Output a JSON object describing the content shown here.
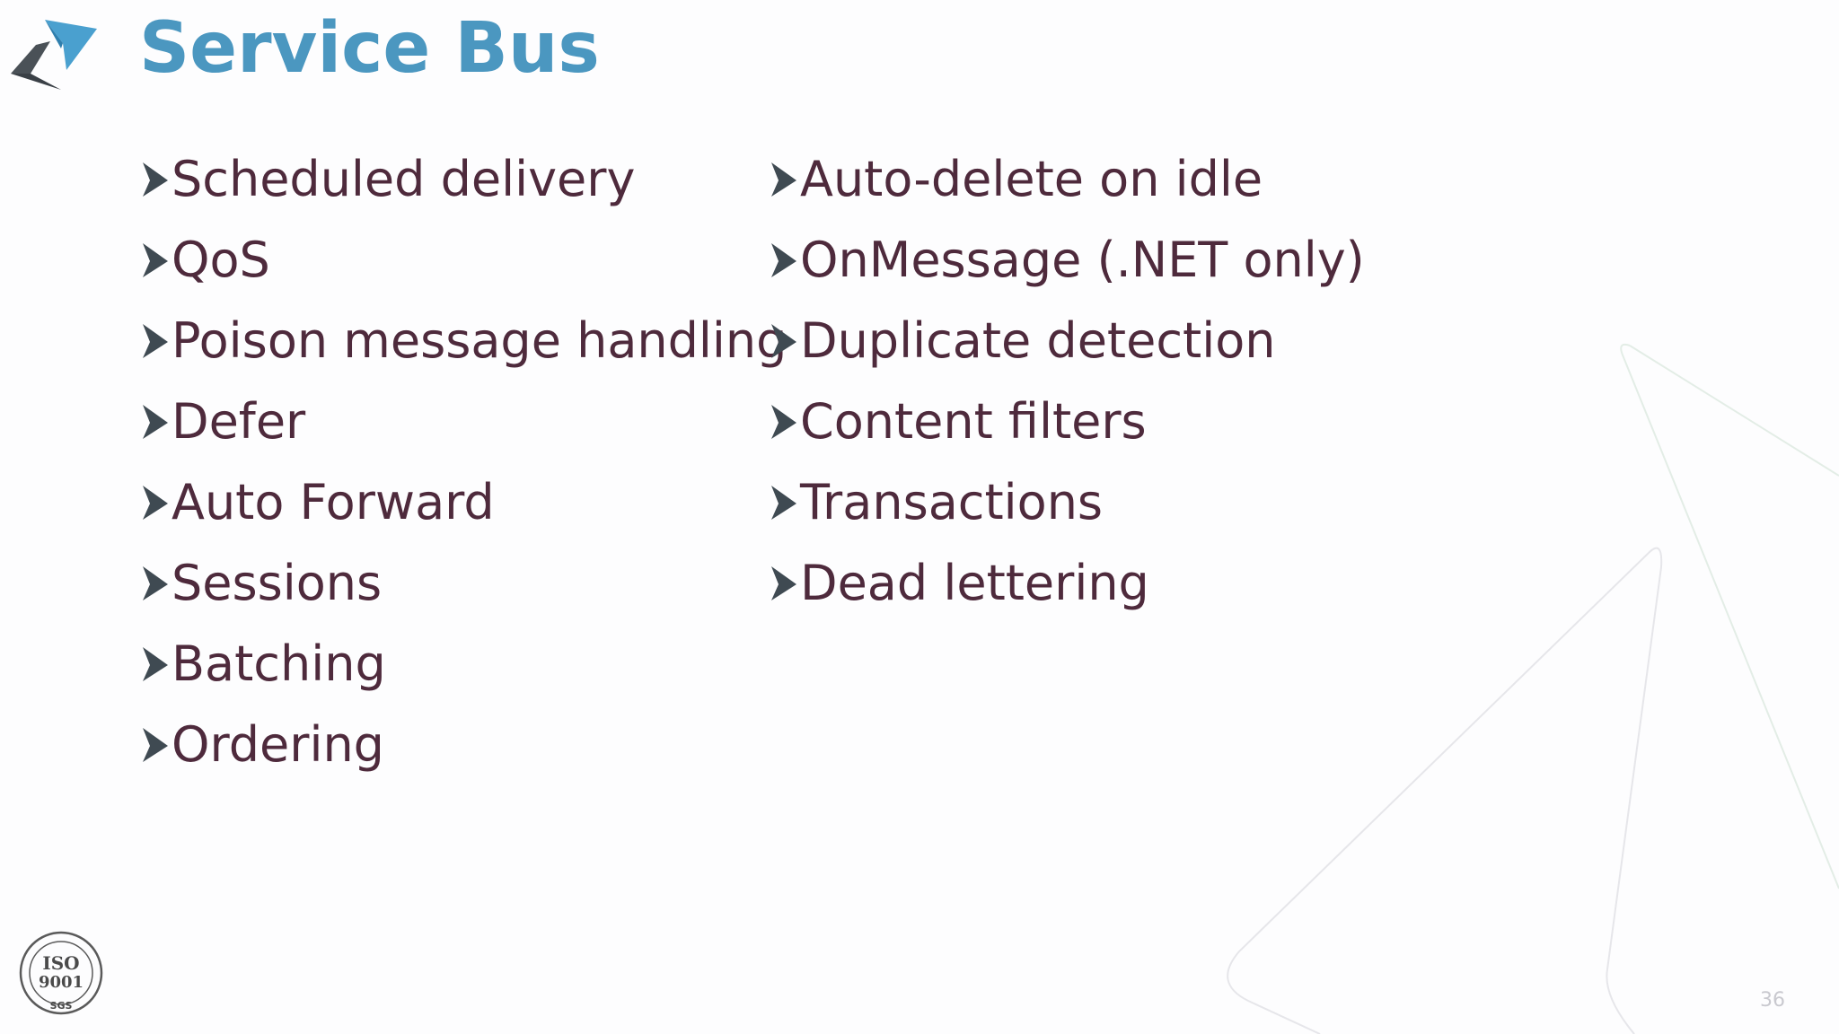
{
  "slide": {
    "title": "Service Bus",
    "page_number": "36",
    "left_items": [
      {
        "label": "Scheduled delivery"
      },
      {
        "label": "QoS"
      },
      {
        "label": "Poison message handling"
      },
      {
        "label": "Defer"
      },
      {
        "label": "Auto Forward"
      },
      {
        "label": "Sessions"
      },
      {
        "label": "Batching"
      },
      {
        "label": "Ordering"
      }
    ],
    "right_items": [
      {
        "label": "Auto-delete on idle"
      },
      {
        "label": "OnMessage (.NET only)"
      },
      {
        "label": "Duplicate detection"
      },
      {
        "label": "Content filters"
      },
      {
        "label": "Transactions"
      },
      {
        "label": "Dead lettering"
      }
    ],
    "badge": {
      "top_text": "ISO",
      "mid_text": "9001",
      "bottom_text": "SGS"
    }
  },
  "colors": {
    "title": "#4b97c0",
    "text": "#4e2a3c",
    "bullet": "#3f4a52",
    "logo_blue": "#4aa0cf",
    "logo_gray": "#4a5157"
  },
  "icons": {
    "logo": "paper-plane-logo-icon",
    "bullet": "chevron-arrow-bullet-icon",
    "badge": "iso-certification-seal-icon"
  }
}
